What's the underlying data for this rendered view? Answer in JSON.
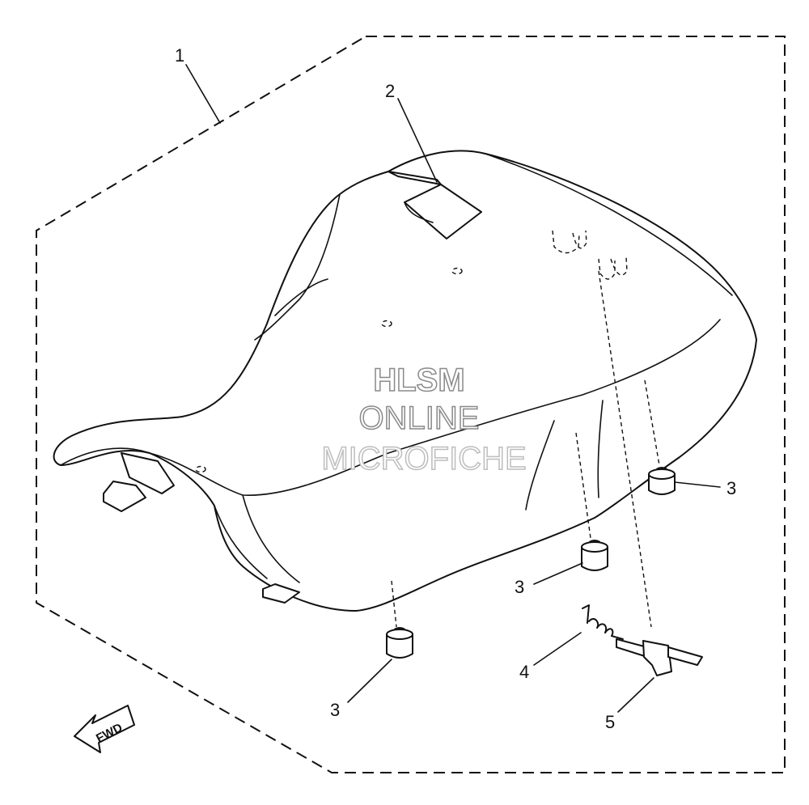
{
  "diagram": {
    "callouts": [
      {
        "id": "1",
        "label": "1"
      },
      {
        "id": "2",
        "label": "2"
      },
      {
        "id": "3a",
        "label": "3"
      },
      {
        "id": "3b",
        "label": "3"
      },
      {
        "id": "3c",
        "label": "3"
      },
      {
        "id": "4",
        "label": "4"
      },
      {
        "id": "5",
        "label": "5"
      }
    ],
    "direction_arrow": {
      "label": "FWD"
    },
    "watermark": {
      "line1": "HLSM",
      "line2": "ONLINE",
      "line3": "MICROFICHE"
    }
  }
}
